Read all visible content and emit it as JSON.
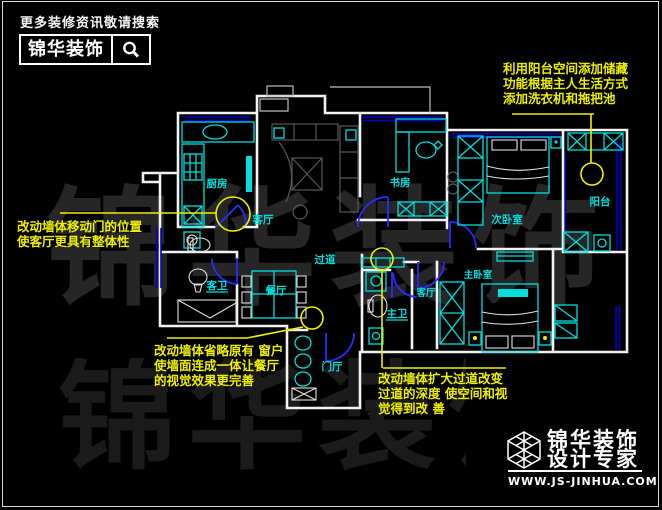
{
  "header": {
    "tagline": "更多装修资讯敬请搜索",
    "brand": "锦华装饰"
  },
  "watermark": {
    "row1": "锦华装饰",
    "row2": "锦华装饰"
  },
  "rooms": {
    "kitchen": "厨房",
    "living": "客厅",
    "study": "书房",
    "second_bedroom": "次卧室",
    "balcony": "阳台",
    "corridor": "过道",
    "guest_bath": "客卫",
    "dining": "餐厅",
    "master_bath": "主卫",
    "master_nook": "客厅",
    "master_bedroom": "主卧室",
    "entry": "门厅"
  },
  "annotations": {
    "balcony": {
      "lines": [
        "利用阳台空间添加储藏",
        "功能根据主人生活方式",
        "添加洗衣机和拖把池"
      ]
    },
    "living_door": {
      "lines": [
        "改动墙体移动门的位置",
        "使客厅更具有整体性"
      ]
    },
    "dining_wall": {
      "lines": [
        "改动墙体省略原有 窗户",
        "使墙面连成一体让餐厅",
        "的视觉效果更完善"
      ]
    },
    "corridor_wall": {
      "lines": [
        "改动墙体扩大过道改变",
        "过道的深度 使空间和视",
        "觉得到改 善"
      ]
    }
  },
  "footer": {
    "brand_line1": "锦华装饰",
    "brand_line2": "设计专家",
    "website": "WWW.JS-JINHUA.COM"
  },
  "colors": {
    "background": "#000000",
    "wall_white": "#f2f2f2",
    "fixture_cyan": "#00dede",
    "door_blue": "#2b2bff",
    "window_blue": "#0000cc",
    "annotation_yellow": "#eeee00"
  }
}
